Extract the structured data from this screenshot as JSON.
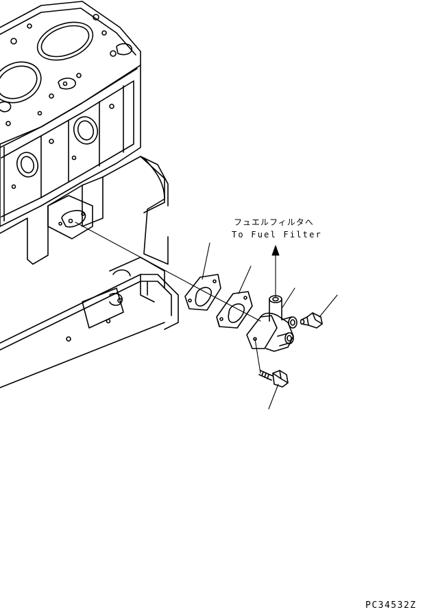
{
  "labels": {
    "destination_jp": "フュエルフィルタへ",
    "destination_en": "To Fuel Filter",
    "drawing_code": "PC34532Z"
  },
  "colors": {
    "line": "#000000",
    "background": "#ffffff"
  }
}
